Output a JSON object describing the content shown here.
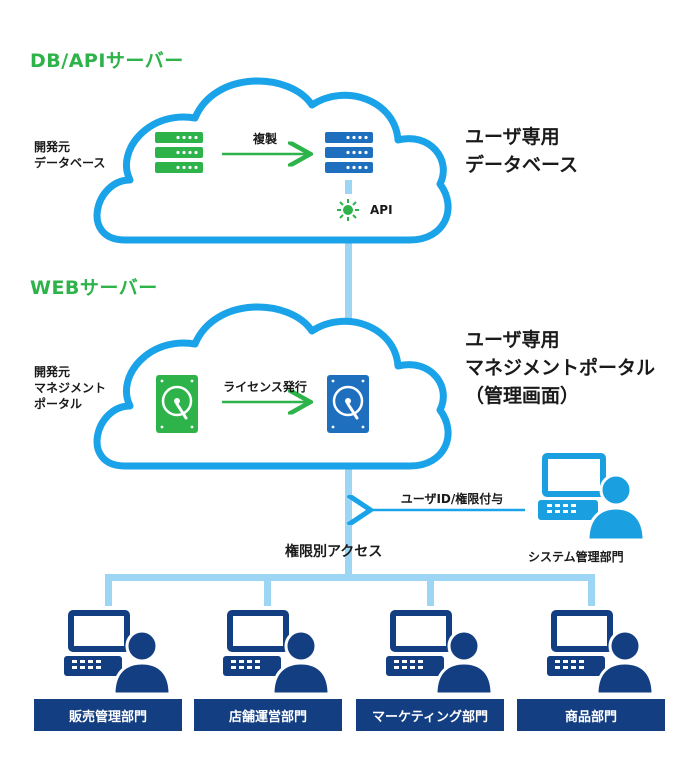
{
  "db_section": {
    "title": "DB/APIサーバー",
    "dev_db_label": [
      "開発元",
      "データベース"
    ],
    "copy_label": "複製",
    "api_label": "API",
    "user_db_label": [
      "ユーザ専用",
      "データベース"
    ]
  },
  "web_section": {
    "title": "WEBサーバー",
    "dev_portal_label": [
      "開発元",
      "マネジメント",
      "ポータル"
    ],
    "license_label": "ライセンス発行",
    "user_portal_label": [
      "ユーザ専用",
      "マネジメントポータル",
      "（管理画面）"
    ]
  },
  "access": {
    "label": "権限別アクセス",
    "grant_label": "ユーザID/権限付与",
    "admin_label": "システム管理部門"
  },
  "departments": [
    "販売管理部門",
    "店舗運営部門",
    "マーケティング部門",
    "商品部門"
  ],
  "colors": {
    "cloud_stroke": "#1aa3e8",
    "line": "#9dd6f5",
    "green": "#2db34a",
    "navy": "#143e82",
    "blue": "#1f6fbf",
    "person": "#1a9fe0"
  }
}
